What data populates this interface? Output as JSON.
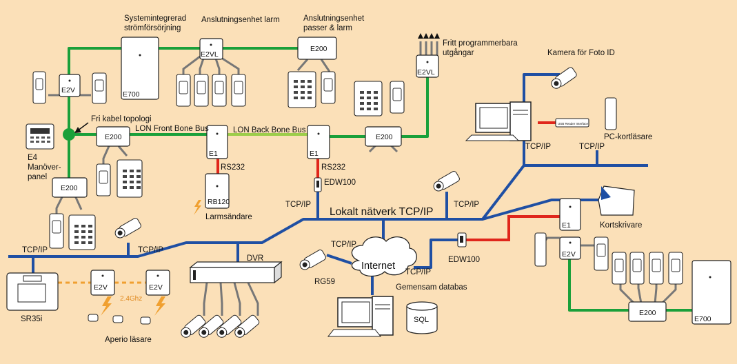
{
  "labels": {
    "systemintegrerad": "Systemintegrerad",
    "stromforsorjning": "strömförsörjning",
    "anslutningsenhet_larm": "Anslutningsenhet larm",
    "anslutningsenhet_passer_1": "Anslutningsenhet",
    "anslutningsenhet_passer_2": "passer & larm",
    "fritt_1": "Fritt programmerbara",
    "fritt_2": "utgångar",
    "kamera_foto_id": "Kamera för Foto ID",
    "fri_kabel_topologi": "Fri kabel topologi",
    "lon_front_bone_bus": "LON Front Bone Bus",
    "lon_back_bone_bus": "LON Back Bone Bus",
    "e4_1": "E4",
    "e4_2": "Manöver-",
    "e4_3": "panel",
    "rs232_a": "RS232",
    "rs232_b": "RS232",
    "larmsandare": "Larmsändare",
    "edw100_a": "EDW100",
    "edw100_b": "EDW100",
    "tcpip_pc": "TCP/IP",
    "tcpip_pc2": "TCP/IP",
    "pc_kortlasare": "PC-kortläsare",
    "tcpip_edw": "TCP/IP",
    "tcpip_cam": "TCP/IP",
    "lokalt_natverk": "Lokalt nätverk TCP/IP",
    "kortskrivare": "Kortskrivare",
    "tcpip_left": "TCP/IP",
    "tcpip_cam2": "TCP/IP",
    "tcpip_rg59": "TCP/IP",
    "tcpip_internet": "TCP/IP",
    "dvr": "DVR",
    "internet": "Internet",
    "rg59": "RG59",
    "gemensam_databas": "Gemensam databas",
    "sql": "SQL",
    "sr35i": "SR35i",
    "ghz": "2.4Ghz",
    "aperio_lasare": "Aperio läsare",
    "usb_reader": "USB Reader Interface"
  },
  "devices": {
    "e700_a": "E700",
    "e700_b": "E700",
    "e2vl_a": "E2VL",
    "e2vl_b": "E2VL",
    "e200_passer": "E200",
    "e200_front": "E200",
    "e200_left": "E200",
    "e200_back": "E200",
    "e200_right": "E200",
    "e2v_top": "E2V",
    "e2v_right": "E2V",
    "e2v_aperio_a": "E2V",
    "e2v_aperio_b": "E2V",
    "e1_a": "E1",
    "e1_b": "E1",
    "e1_c": "E1",
    "rb120": "RB120"
  },
  "colors": {
    "background": "#fbe0b8",
    "lon_bus_green": "#1aa03a",
    "lon_back_bone_lightgreen": "#9ccd4a",
    "network_blue": "#1f4fa3",
    "rs232_red": "#e0261b",
    "wireless_orange": "#f0a030"
  }
}
